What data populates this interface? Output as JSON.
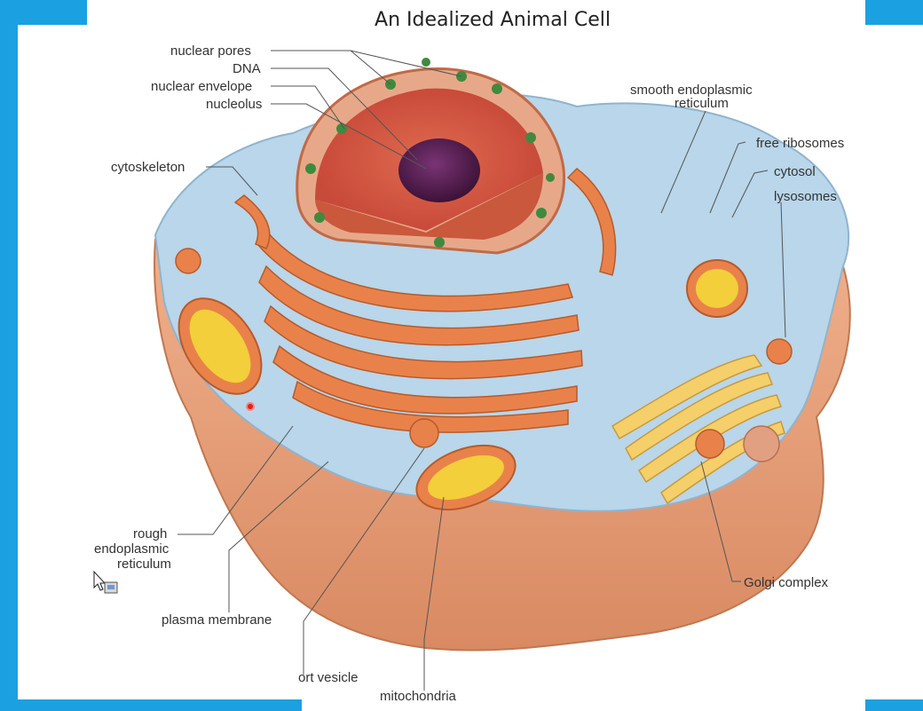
{
  "title": "An Idealized Animal Cell",
  "labels": {
    "nuclear_pores": "nuclear pores",
    "dna": "DNA",
    "nuclear_envelope": "nuclear  envelope",
    "nucleolus": "nucleolus",
    "cytoskeleton": "cytoskeleton",
    "smooth_er_1": "smooth endoplasmic",
    "smooth_er_2": "reticulum",
    "free_ribosomes": "free ribosomes",
    "cytosol": "cytosol",
    "lysosomes": "lysosomes",
    "rough_er_1": "rough",
    "rough_er_2": "endoplasmic",
    "rough_er_3": "reticulum",
    "plasma_membrane": "plasma membrane",
    "transport_vesicle": "ort vesicle",
    "mitochondria": "mitochondria",
    "golgi_complex": "Golgi complex"
  },
  "colors": {
    "frame": "#1ba1e2",
    "membrane": "#e8a07a",
    "cytoplasm": "#b9d6ea",
    "organelle": "#e9824a",
    "nucleus": "#d9694e",
    "nucleolus": "#5a1f55",
    "mito_inner": "#f2cf3b",
    "pore": "#3f8a3f"
  }
}
